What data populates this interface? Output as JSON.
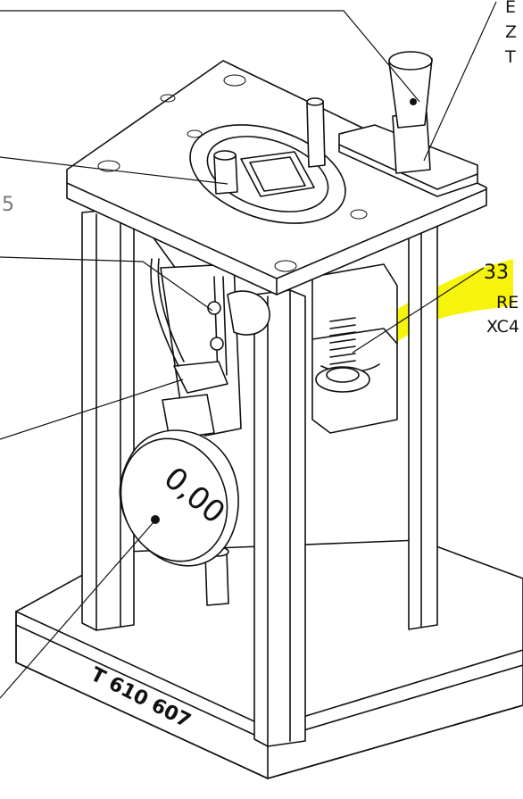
{
  "callouts": {
    "top_right": [
      "E",
      "Z",
      "T"
    ],
    "left_mid": "5",
    "spring": [
      "33",
      "RE",
      "XC4"
    ]
  },
  "base_marking": "T 610 607",
  "gauge_reading": "0,00",
  "colors": {
    "highlight": "#f6f200",
    "line": "#111111",
    "paper": "#ffffff"
  }
}
